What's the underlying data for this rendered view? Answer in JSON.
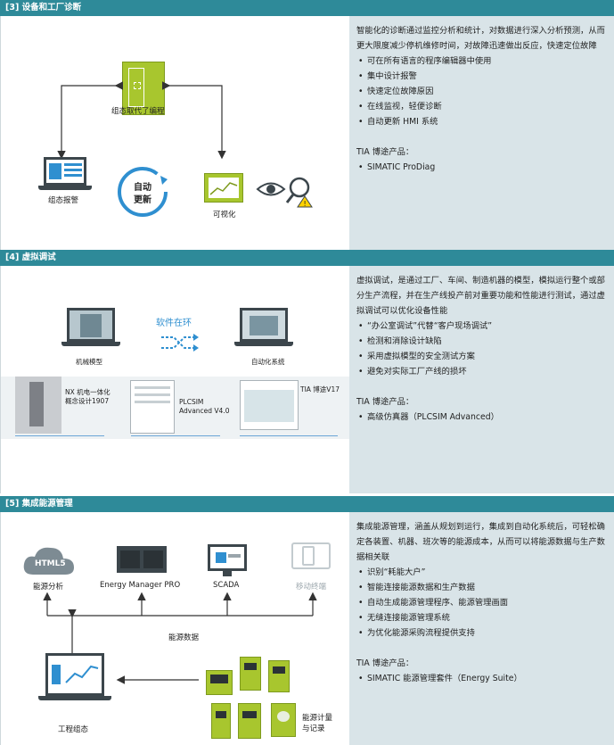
{
  "sections": [
    {
      "title": "[3]  设备和工厂诊断",
      "diagram": {
        "top_label": "组态取代了编程",
        "left_label": "组态报警",
        "right_label": "可视化",
        "cycle_label_1": "自动",
        "cycle_label_2": "更新"
      },
      "intro": "智能化的诊断通过监控分析和统计，对数据进行深入分析预测，从而更大限度减少停机维修时间，对故障迅速做出反应，快速定位故障",
      "bullets": [
        "可在所有语言的程序编辑器中使用",
        "集中设计报警",
        "快速定位故障原因",
        "在线监视，轻便诊断",
        "自动更新 HMI 系统"
      ],
      "products_label": "TIA 博途产品：",
      "products": [
        "SIMATIC ProDiag"
      ]
    },
    {
      "title": "[4]  虚拟调试",
      "diagram": {
        "center_label": "软件在环",
        "left_label": "机械模型",
        "right_label": "自动化系统",
        "thumb1_line1": "NX 机电一体化",
        "thumb1_line2": "概念设计1907",
        "thumb2_line1": "PLCSIM",
        "thumb2_line2": "Advanced V4.0",
        "thumb3_line1": "TIA 博途V17"
      },
      "intro": "虚拟调试，是通过工厂、车间、制造机器的模型，模拟运行整个或部分生产流程，并在生产线投产前对重要功能和性能进行测试，通过虚拟调试可以优化设备性能",
      "bullets": [
        "“办公室调试”代替“客户现场调试”",
        "检测和消除设计缺陷",
        "采用虚拟模型的安全测试方案",
        "避免对实际工厂产线的损坏"
      ],
      "products_label": "TIA 博途产品：",
      "products": [
        "高级仿真器（PLCSIM Advanced）"
      ]
    },
    {
      "title": "[5]  集成能源管理",
      "diagram": {
        "cloud_text": "HTML5",
        "label_analysis": "能源分析",
        "label_emp": "Energy Manager PRO",
        "label_scada": "SCADA",
        "label_mobile": "移动终端",
        "label_energy_data": "能源数据",
        "label_engineering": "工程组态",
        "label_meter_1": "能源计量",
        "label_meter_2": "与记录"
      },
      "intro": "集成能源管理，涵盖从规划到运行，集成到自动化系统后，可轻松确定各装置、机器、班次等的能源成本，从而可以将能源数据与生产数据相关联",
      "bullets": [
        "识别“耗能大户”",
        "智能连接能源数据和生产数据",
        "自动生成能源管理程序、能源管理画面",
        "无缝连接能源管理系统",
        "为优化能源采购流程提供支持"
      ],
      "products_label": "TIA 博途产品：",
      "products": [
        "SIMATIC 能源管理套件（Energy Suite）"
      ]
    }
  ],
  "colors": {
    "header": "#2e8a99",
    "text_panel": "#d9e4e8",
    "accent_green": "#a8c62e",
    "accent_blue": "#2f8fd0"
  }
}
